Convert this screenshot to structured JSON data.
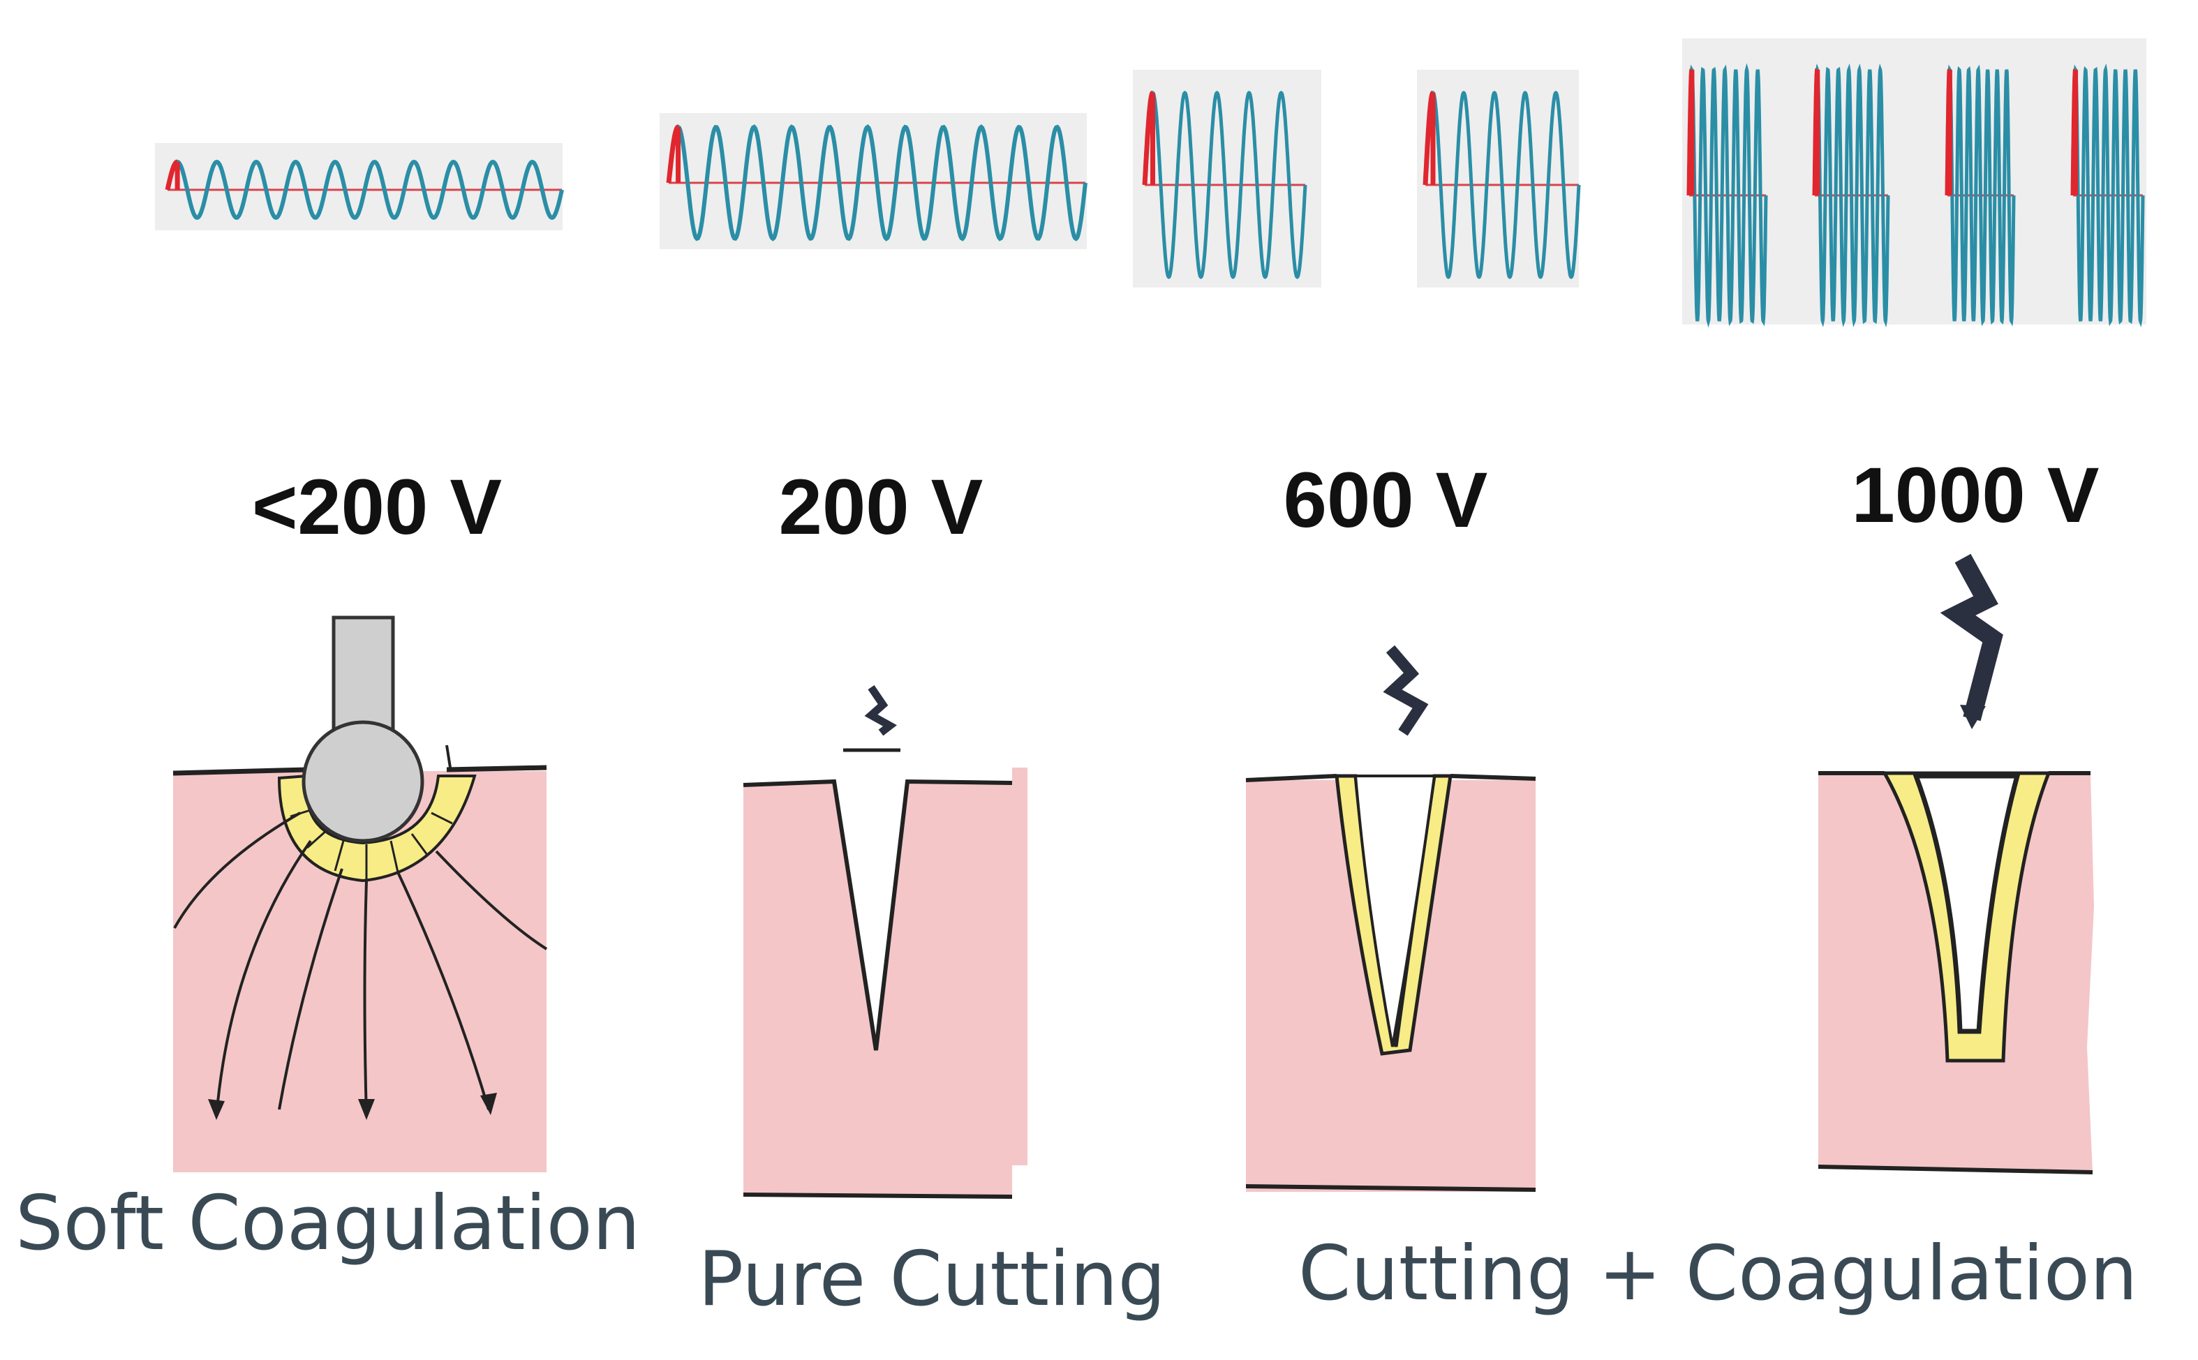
{
  "colors": {
    "wave": "#2a8ea6",
    "wave_marker": "#e0262e",
    "baseline": "#d8444c",
    "wave_panel": "#eeeeee",
    "tissue": "#f4c6c8",
    "coag_zone": "#f7ec86",
    "tissue_outline": "#222222",
    "electrode": "#cfcfcf",
    "caption_text": "#3a4a55",
    "voltage_text": "#111111"
  },
  "columns": [
    {
      "id": "soft-coagulation",
      "voltage": "<200 V",
      "icon": "ball-electrode-icon"
    },
    {
      "id": "pure-cutting",
      "voltage": "200 V",
      "icon": "spark-icon"
    },
    {
      "id": "cutting-coag-600",
      "voltage": "600 V",
      "icon": "spark-icon"
    },
    {
      "id": "cutting-coag-1000",
      "voltage": "1000 V",
      "icon": "spark-icon"
    }
  ],
  "captions": {
    "soft_coagulation": "Soft Coagulation",
    "pure_cutting": "Pure Cutting",
    "cutting_coagulation": "Cutting + Coagulation"
  }
}
